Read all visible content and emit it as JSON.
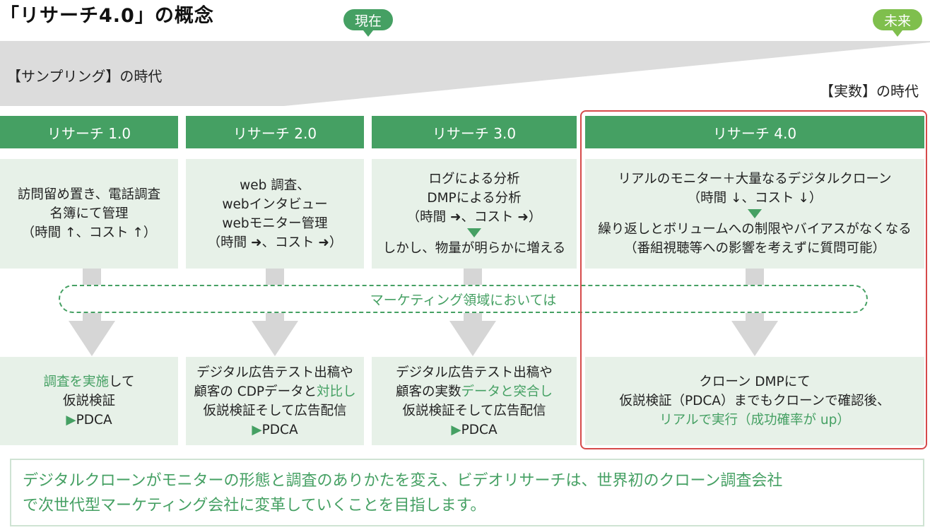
{
  "title": "「リサーチ4.0」の概念",
  "timeline": {
    "now_label": "現在",
    "future_label": "未来",
    "sampling_era": "【サンプリング】の時代",
    "actual_era": "【実数】の時代"
  },
  "columns": [
    {
      "header": "リサーチ 1.0",
      "method_lines": [
        "訪問留め置き、電話調査",
        "名簿にて管理",
        "（時間 ↑、コスト ↑）"
      ],
      "verify": {
        "hl": "調査を実施",
        "rest": "して",
        "line2": "仮説検証",
        "pdca": "PDCA"
      }
    },
    {
      "header": "リサーチ 2.0",
      "method_lines": [
        "web 調査、",
        "webインタビュー",
        "webモニター管理",
        "（時間 ➜、コスト ➜）"
      ],
      "verify": {
        "line1": "デジタル広告テスト出稿や",
        "line2a": "顧客の CDPデータと",
        "line2b": "対比し",
        "line3": "仮説検証そして広告配信",
        "pdca": "PDCA"
      }
    },
    {
      "header": "リサーチ 3.0",
      "method_lines": [
        "ログによる分析",
        "DMPによる分析",
        "（時間 ➜、コスト ➜）"
      ],
      "method_after": "しかし、物量が明らかに増える",
      "verify": {
        "line1": "デジタル広告テスト出稿や",
        "line2a": "顧客の実数",
        "line2b": "データと突合し",
        "line3": "仮説検証そして広告配信",
        "pdca": "PDCA"
      }
    },
    {
      "header": "リサーチ 4.0",
      "method_lines": [
        "リアルのモニター＋大量なるデジタルクローン",
        "（時間 ↓、コスト ↓）"
      ],
      "method_after_lines": [
        "繰り返しとボリュームへの制限やバイアスがなくなる",
        "（番組視聴等への影響を考えずに質問可能）"
      ],
      "verify": {
        "line1": "クローン DMPにて",
        "line2": "仮説検証（PDCA）までもクローンで確認後、",
        "line3": "リアルで実行（成功確率が up）"
      }
    }
  ],
  "marketing_label": "マーケティング領域においては",
  "footer_lines": [
    "デジタルクローンがモニターの形態と調査のありかたを変え、ビデオリサーチは、世界初のクローン調査会社",
    "で次世代型マーケティング会社に変革していくことを目指します。"
  ],
  "colors": {
    "accent_green": "#45a063",
    "light_green": "#e7f1e8",
    "red": "#d64a4a",
    "band_gray": "#dcdcdc",
    "arrow_gray": "#d6d6d6"
  }
}
